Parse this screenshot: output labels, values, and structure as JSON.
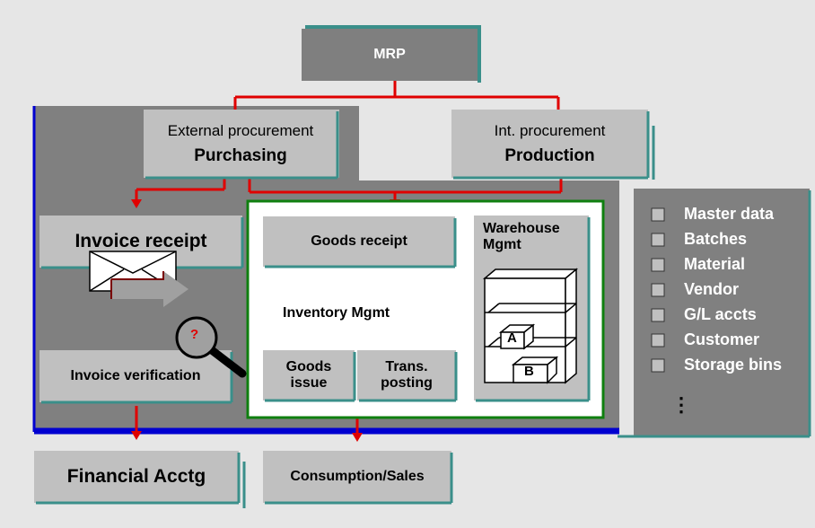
{
  "colors": {
    "background": "#e6e6e6",
    "dark_panel": "#808080",
    "box_fill": "#c0c0c0",
    "mrp_fill": "#7f7f7f",
    "red_line": "#e00000",
    "green_border": "#0f7f0f",
    "blue_edge": "#0000d0",
    "teal_shadow": "#3a8f8a"
  },
  "mrp": {
    "label": "MRP"
  },
  "external": {
    "caption": "External procurement",
    "label": "Purchasing"
  },
  "internal": {
    "caption": "Int. procurement",
    "label": "Production"
  },
  "invoice_receipt": {
    "label": "Invoice receipt"
  },
  "invoice_verification": {
    "label": "Invoice verification"
  },
  "inventory": {
    "label": "Inventory Mgmt",
    "goods_receipt": "Goods receipt",
    "goods_issue": "Goods issue",
    "trans_posting": "Trans. posting"
  },
  "warehouse": {
    "label": "Warehouse Mgmt",
    "bin_a": "A",
    "bin_b": "B"
  },
  "magnifier": {
    "mark": "?"
  },
  "outputs": {
    "financial": "Financial Acctg",
    "consumption": "Consumption/Sales"
  },
  "legend": {
    "items": [
      "Master data",
      "Batches",
      "Material",
      "Vendor",
      "G/L accts",
      "Customer",
      "Storage bins"
    ],
    "ellipsis": "⋮"
  }
}
